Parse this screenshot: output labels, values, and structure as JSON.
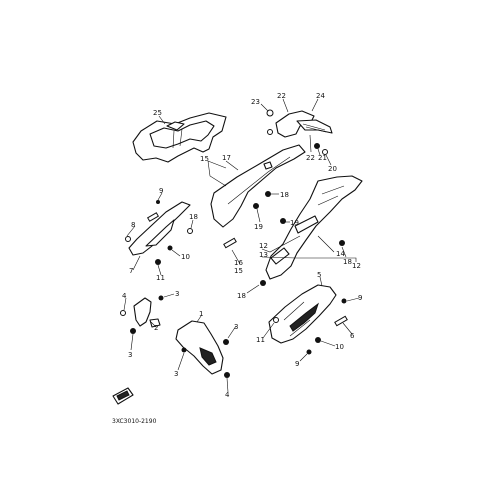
{
  "diagram": {
    "code": "3XC3010-2190",
    "callouts": [
      {
        "id": "c1",
        "text": "1"
      },
      {
        "id": "c2",
        "text": "2"
      },
      {
        "id": "c3a",
        "text": "3"
      },
      {
        "id": "c3b",
        "text": "3"
      },
      {
        "id": "c3c",
        "text": "3"
      },
      {
        "id": "c3d",
        "text": "3"
      },
      {
        "id": "c4a",
        "text": "4"
      },
      {
        "id": "c4b",
        "text": "4"
      },
      {
        "id": "c5",
        "text": "5"
      },
      {
        "id": "c6",
        "text": "6"
      },
      {
        "id": "c7",
        "text": "7"
      },
      {
        "id": "c8",
        "text": "8"
      },
      {
        "id": "c9a",
        "text": "9"
      },
      {
        "id": "c9b",
        "text": "9"
      },
      {
        "id": "c9c",
        "text": "9"
      },
      {
        "id": "c10a",
        "text": "10"
      },
      {
        "id": "c10b",
        "text": "10"
      },
      {
        "id": "c11a",
        "text": "11"
      },
      {
        "id": "c11b",
        "text": "11"
      },
      {
        "id": "c12a",
        "text": "12"
      },
      {
        "id": "c12b",
        "text": "12"
      },
      {
        "id": "c13",
        "text": "13"
      },
      {
        "id": "c14",
        "text": "14"
      },
      {
        "id": "c15a",
        "text": "15"
      },
      {
        "id": "c15b",
        "text": "15"
      },
      {
        "id": "c16",
        "text": "16"
      },
      {
        "id": "c17",
        "text": "17"
      },
      {
        "id": "c18a",
        "text": "18"
      },
      {
        "id": "c18b",
        "text": "18"
      },
      {
        "id": "c18c",
        "text": "18"
      },
      {
        "id": "c18d",
        "text": "18"
      },
      {
        "id": "c19a",
        "text": "19"
      },
      {
        "id": "c19b",
        "text": "19"
      },
      {
        "id": "c20",
        "text": "20"
      },
      {
        "id": "c21",
        "text": "21"
      },
      {
        "id": "c22a",
        "text": "22"
      },
      {
        "id": "c22b",
        "text": "22"
      },
      {
        "id": "c23",
        "text": "23"
      },
      {
        "id": "c24",
        "text": "24"
      },
      {
        "id": "c25",
        "text": "25"
      }
    ]
  }
}
